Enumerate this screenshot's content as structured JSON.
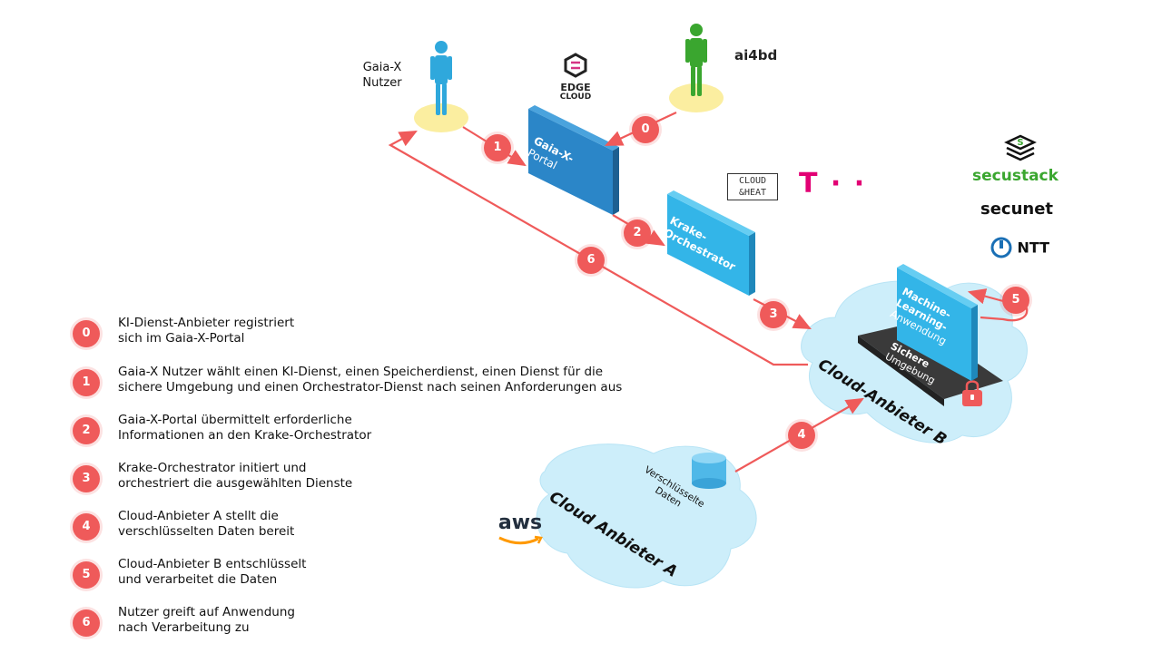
{
  "actors": {
    "user_label_line1": "Gaia-X",
    "user_label_line2": "Nutzer"
  },
  "components": {
    "portal": {
      "line1": "Gaia-X-",
      "line2": "Portal"
    },
    "orchestrator": {
      "line1": "Krake-",
      "line2": "Orchestrator"
    },
    "ml_app": {
      "line1": "Machine-",
      "line2": "Learning-",
      "line3": "Anwendung"
    },
    "secure_env": {
      "line1": "Sichere",
      "line2": "Umgebung"
    },
    "encrypted_data": {
      "line1": "Verschlüsselte",
      "line2": "Daten"
    }
  },
  "clouds": {
    "provider_a": "Cloud Anbieter A",
    "provider_b": "Cloud-Anbieter B"
  },
  "steps": [
    "0",
    "1",
    "2",
    "3",
    "4",
    "5",
    "6"
  ],
  "logos": {
    "edge_cloud_line1": "EDGE",
    "edge_cloud_line2": "CLOUD",
    "ai4bd": "ai4bd",
    "cloud_heat_line1": "CLOUD",
    "cloud_heat_line2": "&HEAT",
    "telekom": "T · ·",
    "secustack": "secustack",
    "secunet": "secunet",
    "ntt": "NTT",
    "aws": "aws"
  },
  "legend": [
    {
      "num": "0",
      "line1": "KI-Dienst-Anbieter registriert",
      "line2": "sich im Gaia-X-Portal"
    },
    {
      "num": "1",
      "line1": "Gaia-X Nutzer wählt einen KI-Dienst, einen Speicherdienst, einen Dienst für die",
      "line2": "sichere Umgebung und einen Orchestrator-Dienst nach seinen Anforderungen aus"
    },
    {
      "num": "2",
      "line1": "Gaia-X-Portal übermittelt erforderliche",
      "line2": "Informationen an den Krake-Orchestrator"
    },
    {
      "num": "3",
      "line1": "Krake-Orchestrator initiert und",
      "line2": "orchestriert die ausgewählten Dienste"
    },
    {
      "num": "4",
      "line1": "Cloud-Anbieter A stellt die",
      "line2": "verschlüsselten Daten bereit"
    },
    {
      "num": "5",
      "line1": "Cloud-Anbieter B entschlüsselt",
      "line2": "und verarbeitet die Daten"
    },
    {
      "num": "6",
      "line1": "Nutzer greift auf Anwendung",
      "line2": "nach Verarbeitung zu"
    }
  ],
  "colors": {
    "accent_red": "#ef5a5a",
    "panel_blue": "#2b86c8",
    "panel_cyan": "#33b5e8",
    "cloud_fill": "#cdeefa",
    "user_blue": "#2fa8dc",
    "provider_green": "#3aa62f",
    "platform_yellow": "#fbeea0"
  }
}
